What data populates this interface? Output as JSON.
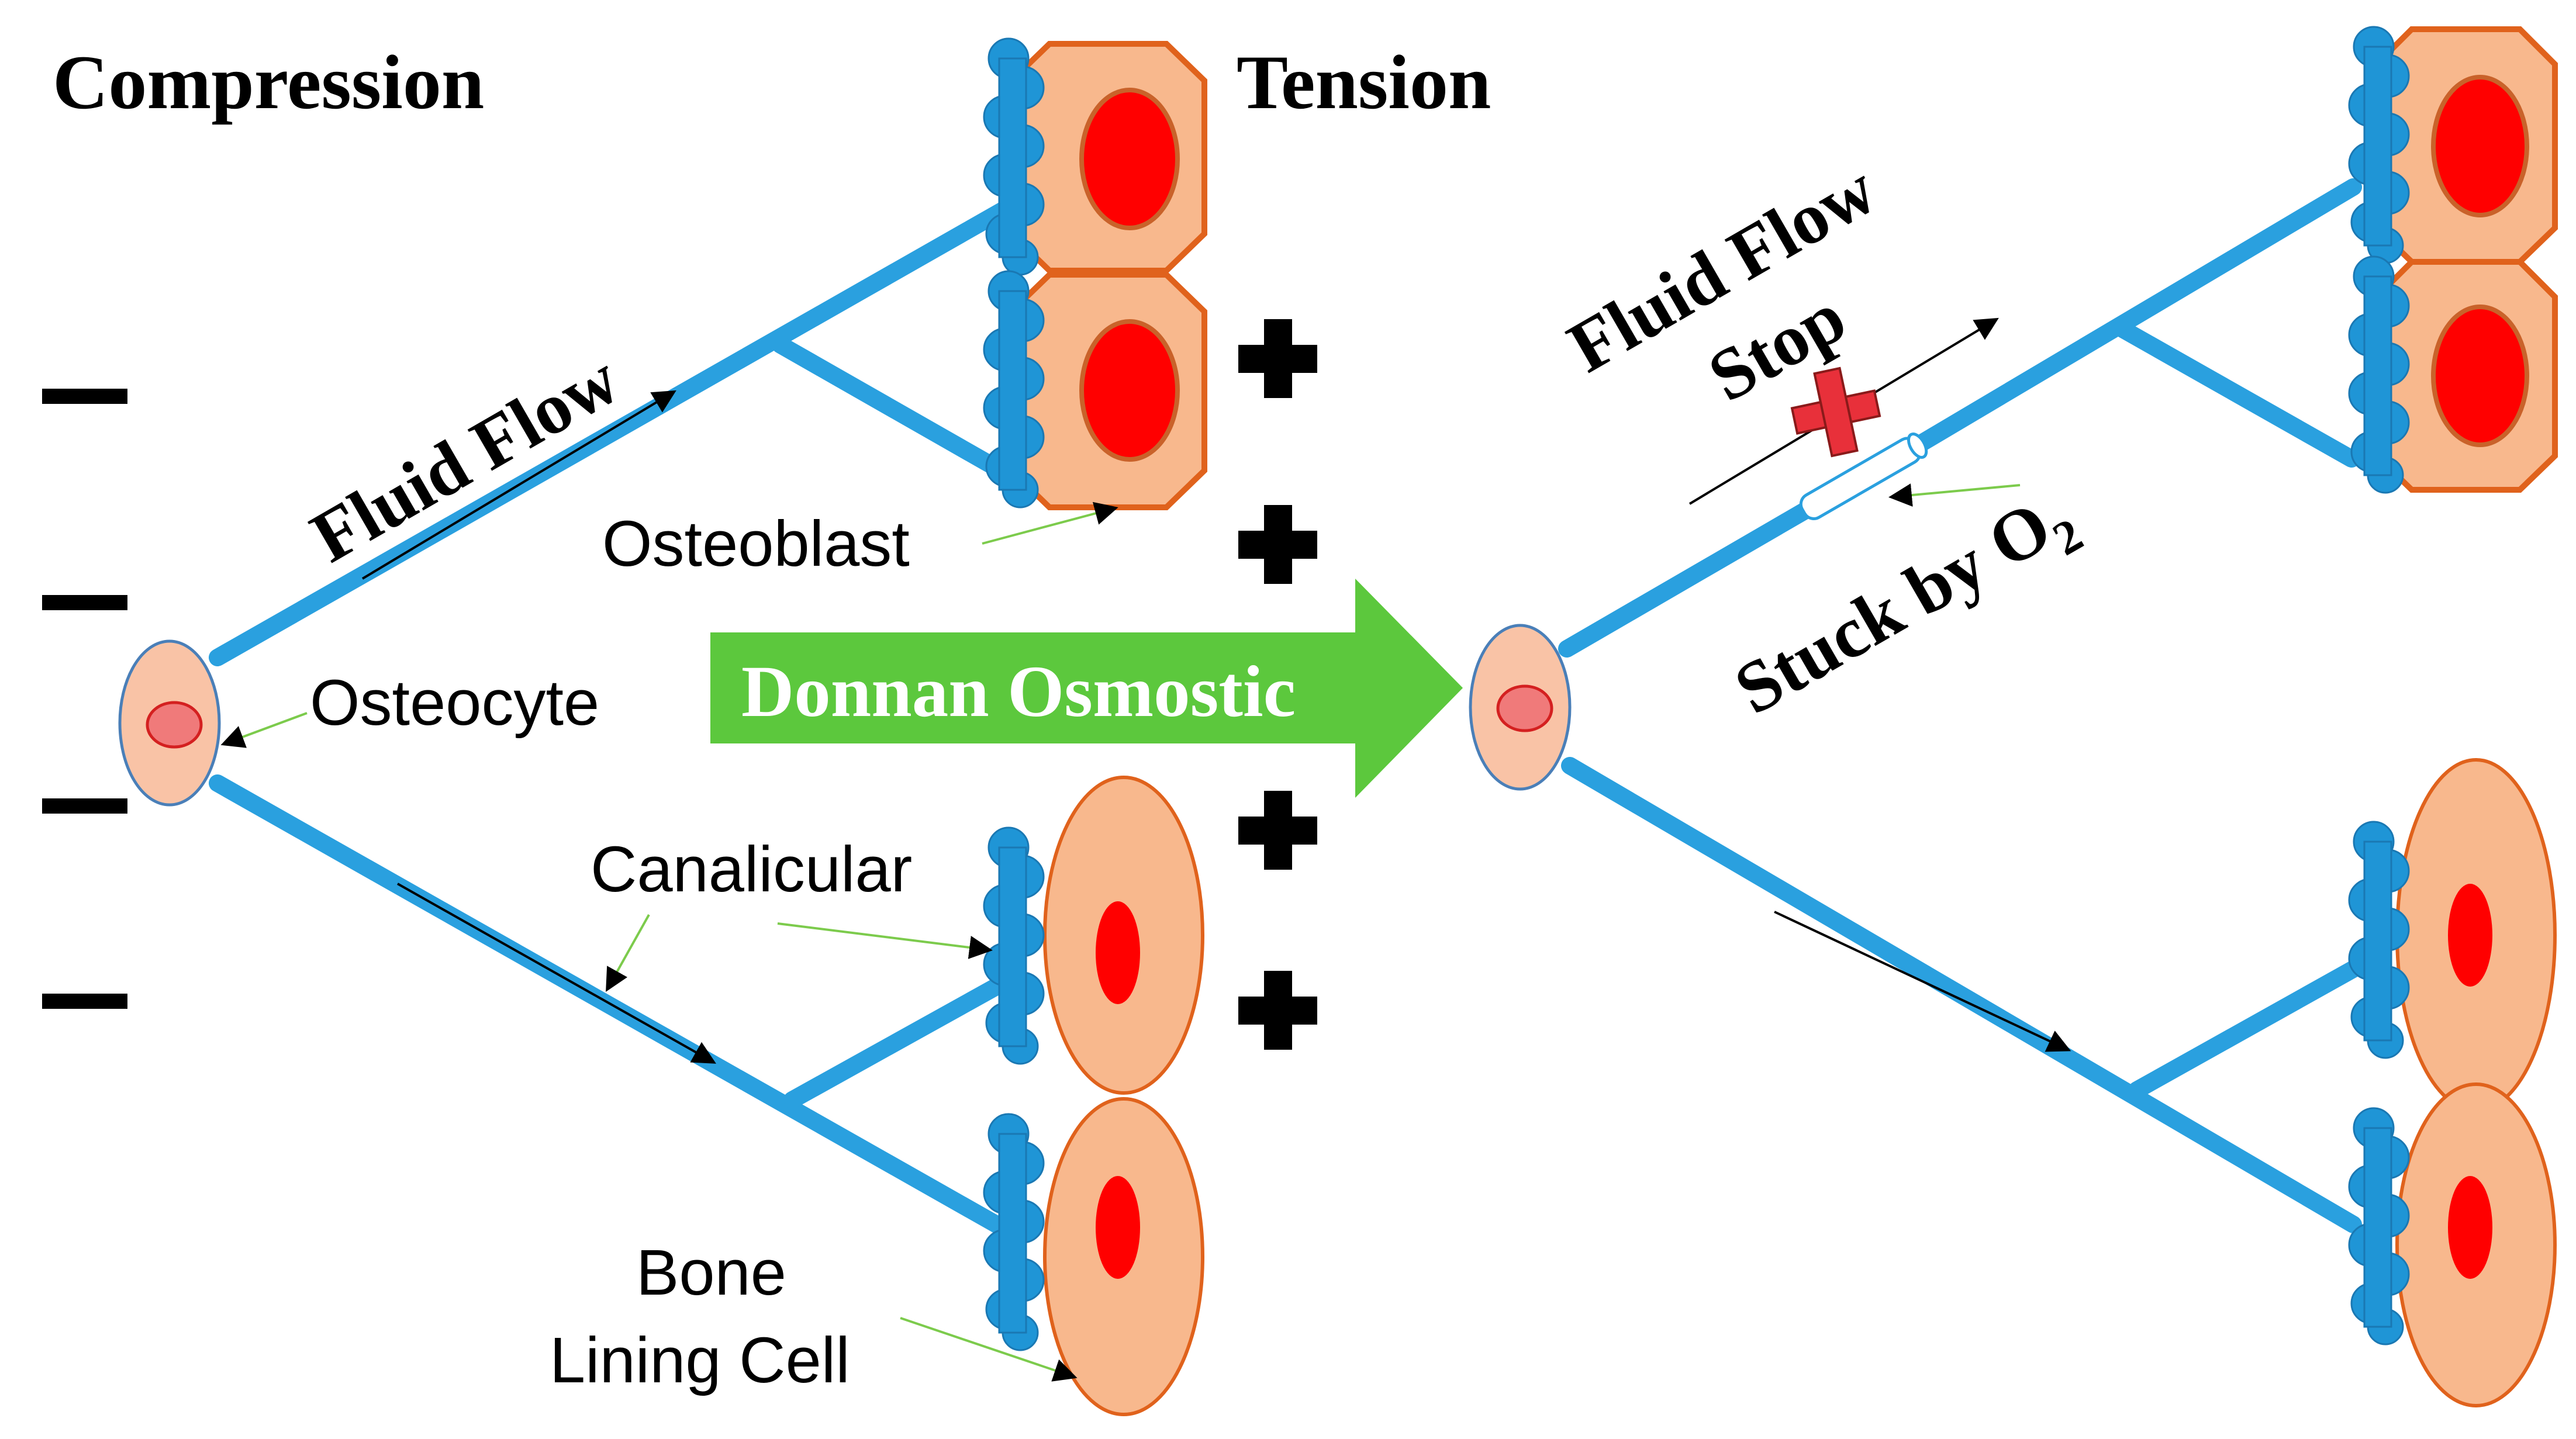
{
  "labels": {
    "compression": "Compression",
    "tension": "Tension",
    "fluid_flow_left": "Fluid Flow",
    "fluid_flow_right": "Fluid Flow",
    "stop": "Stop",
    "stuck_by": "Stuck by O",
    "stuck_sub": "2",
    "osteoblast": "Osteoblast",
    "osteocyte": "Osteocyte",
    "canalicular": "Canalicular",
    "bone": "Bone",
    "lining_cell": "Lining Cell",
    "donnan": "Donnan Osmostic"
  },
  "colors": {
    "canal": "#2aa0df",
    "canal_dark": "#1e7fc2",
    "osteoblast_fill": "#f8b88d",
    "osteoblast_stroke": "#e0621c",
    "nucleus": "#ff0000",
    "osteocyte_fill": "#f9c3a6",
    "osteocyte_nucleus": "#f07a7a",
    "lining_fill": "#f8b88d",
    "cluster": "#1f95d6",
    "arrow_green": "#5cc83d",
    "stop_cross": "#e8303a",
    "pointer_green": "#7ccb4c"
  }
}
